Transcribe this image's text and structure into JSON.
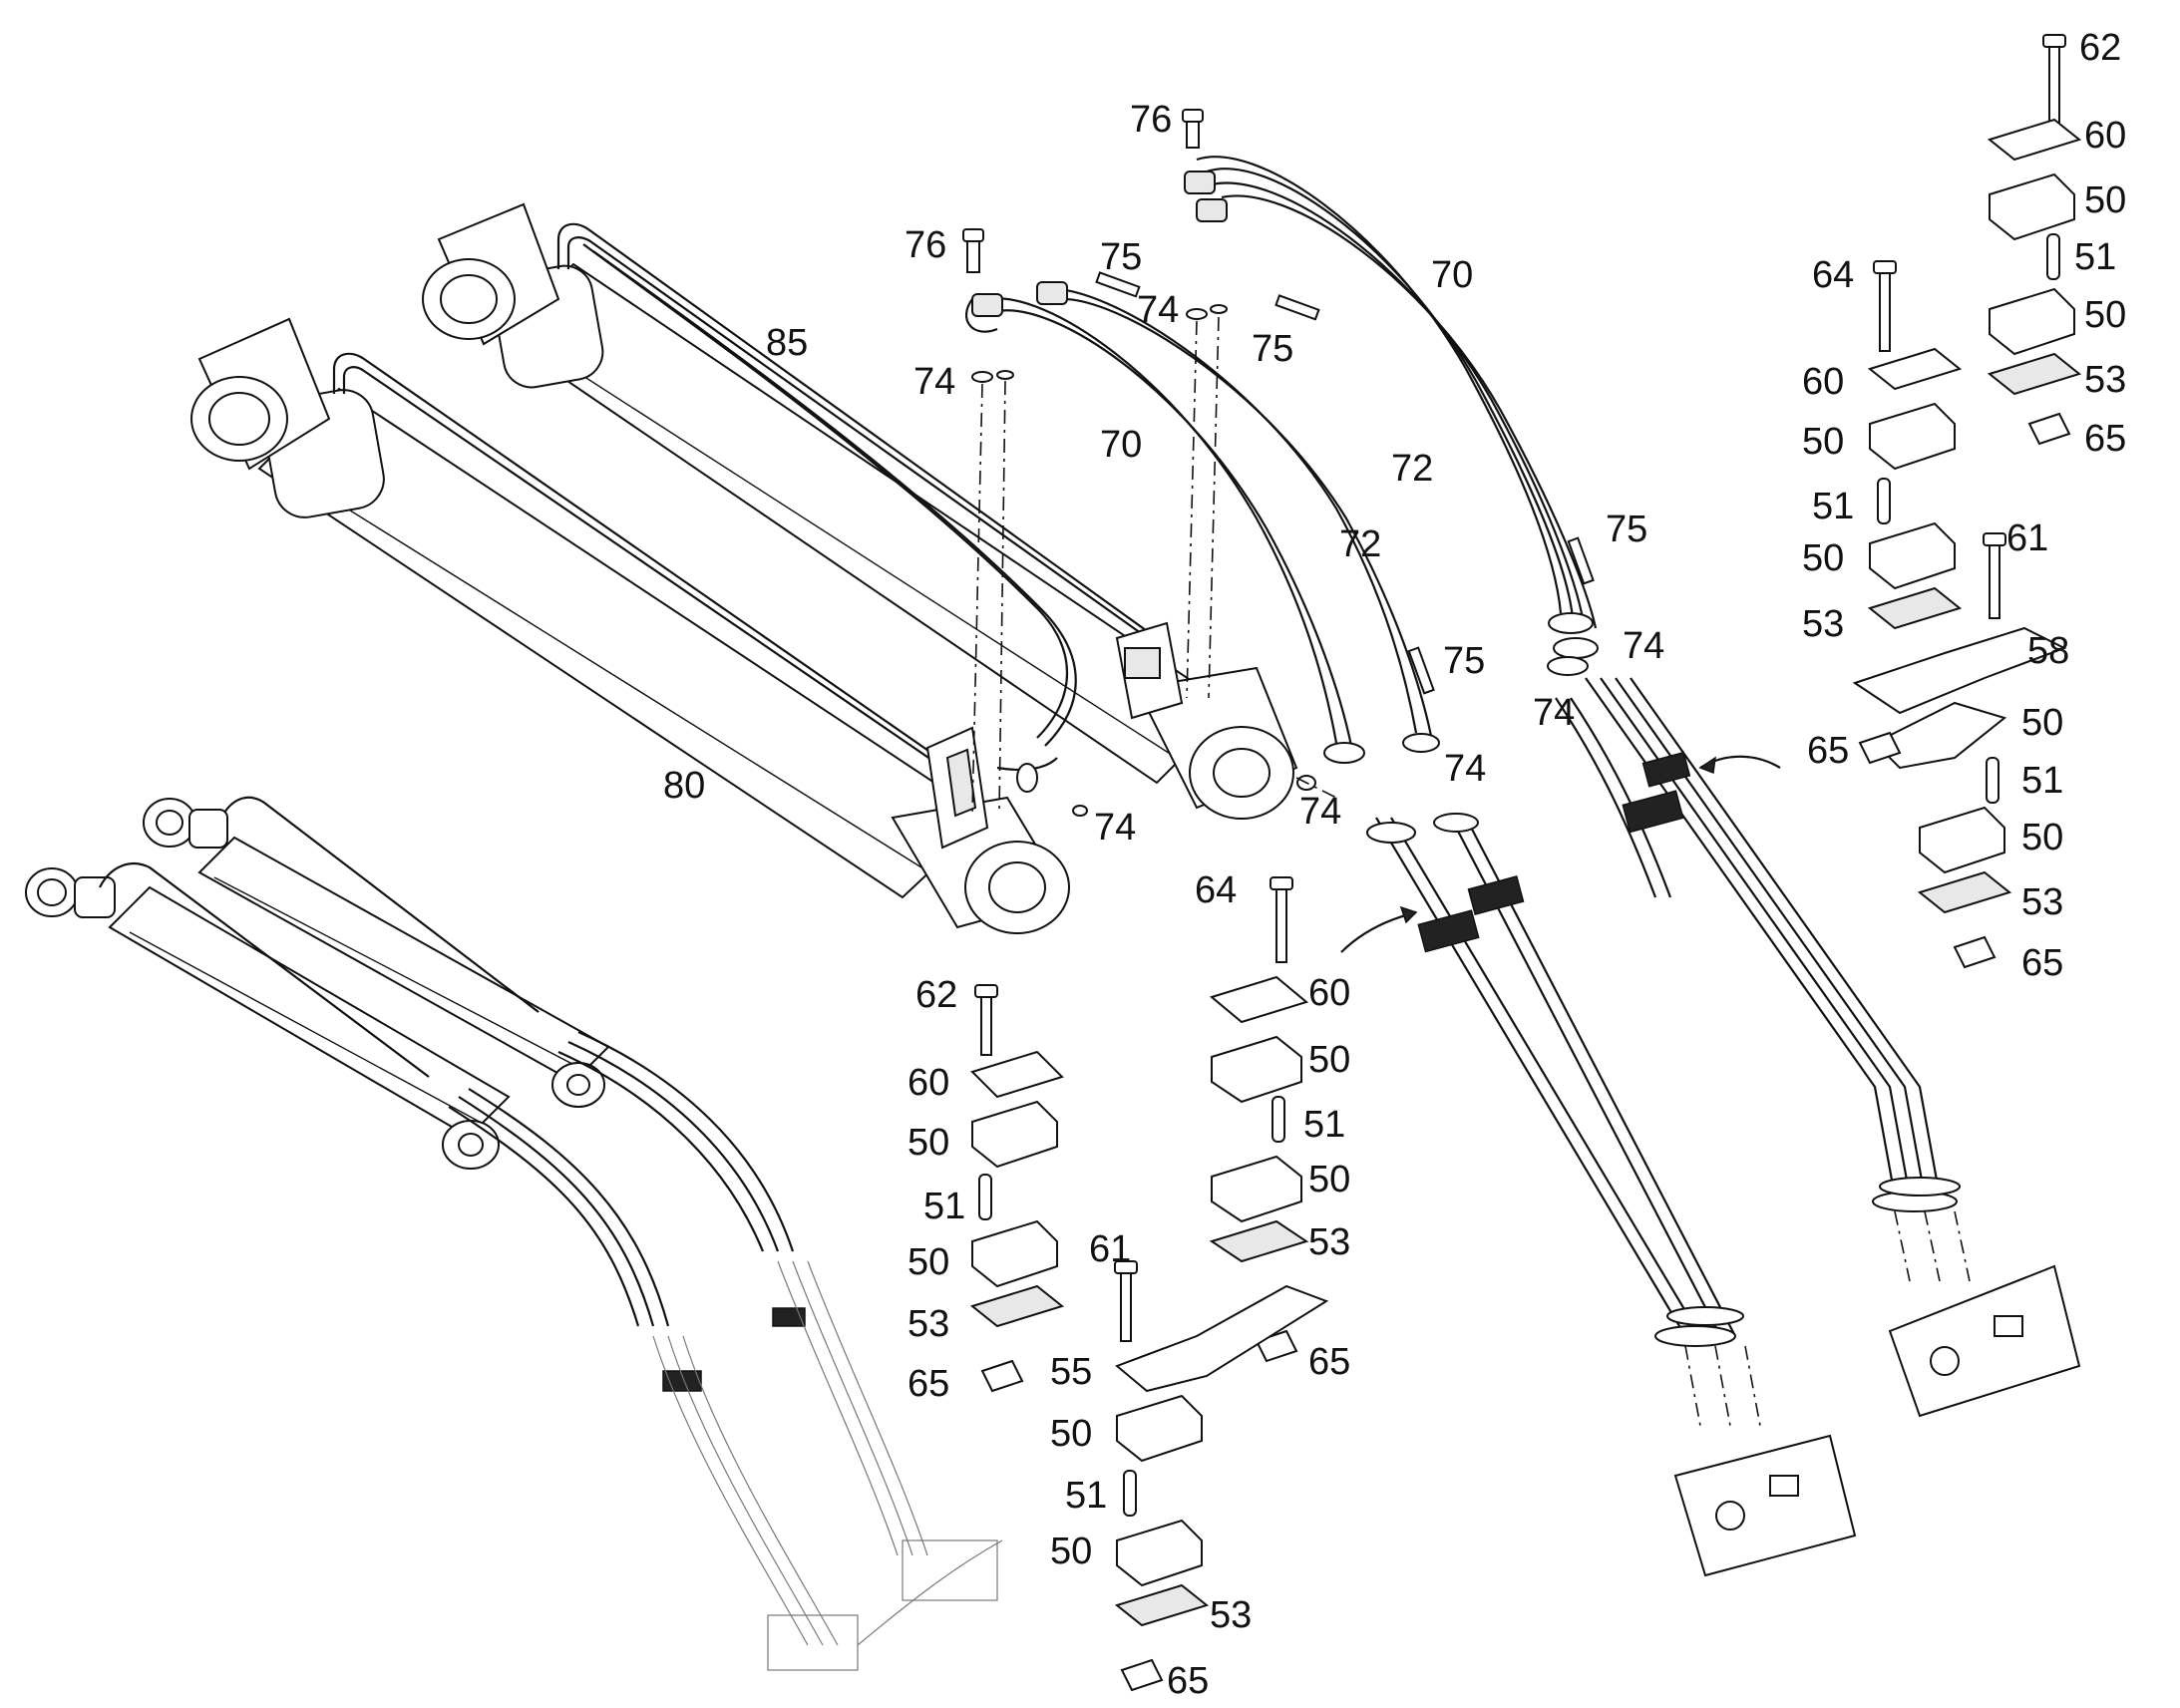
{
  "labels": {
    "p80": "80",
    "p85": "85",
    "p76a": "76",
    "p76b": "76",
    "p75a": "75",
    "p75b": "75",
    "p75c": "75",
    "p75d": "75",
    "p74a": "74",
    "p74b": "74",
    "p74c": "74",
    "p74d": "74",
    "p74e": "74",
    "p74f": "74",
    "p74g": "74",
    "p70a": "70",
    "p70b": "70",
    "p72a": "72",
    "p72b": "72",
    "l62": "62",
    "l60a": "60",
    "l50a": "50",
    "l51a": "51",
    "l50b": "50",
    "l53a": "53",
    "l65a": "65",
    "m64": "64",
    "m60": "60",
    "m50a": "50",
    "m51a": "51",
    "m50b": "50",
    "m53a": "53",
    "m65a": "65",
    "m61": "61",
    "m55": "55",
    "m50c": "50",
    "m51b": "51",
    "m50d": "50",
    "m53b": "53",
    "m65b": "65",
    "r62": "62",
    "r60a": "60",
    "r50a": "50",
    "r51a": "51",
    "r50b": "50",
    "r53a": "53",
    "r65a": "65",
    "r64": "64",
    "r60b": "60",
    "r50c": "50",
    "r51b": "51",
    "r50d": "50",
    "r53b": "53",
    "r61": "61",
    "r58": "58",
    "r65b": "65",
    "r50e": "50",
    "r51c": "51",
    "r50f": "50",
    "r53c": "53",
    "r65c": "65"
  }
}
